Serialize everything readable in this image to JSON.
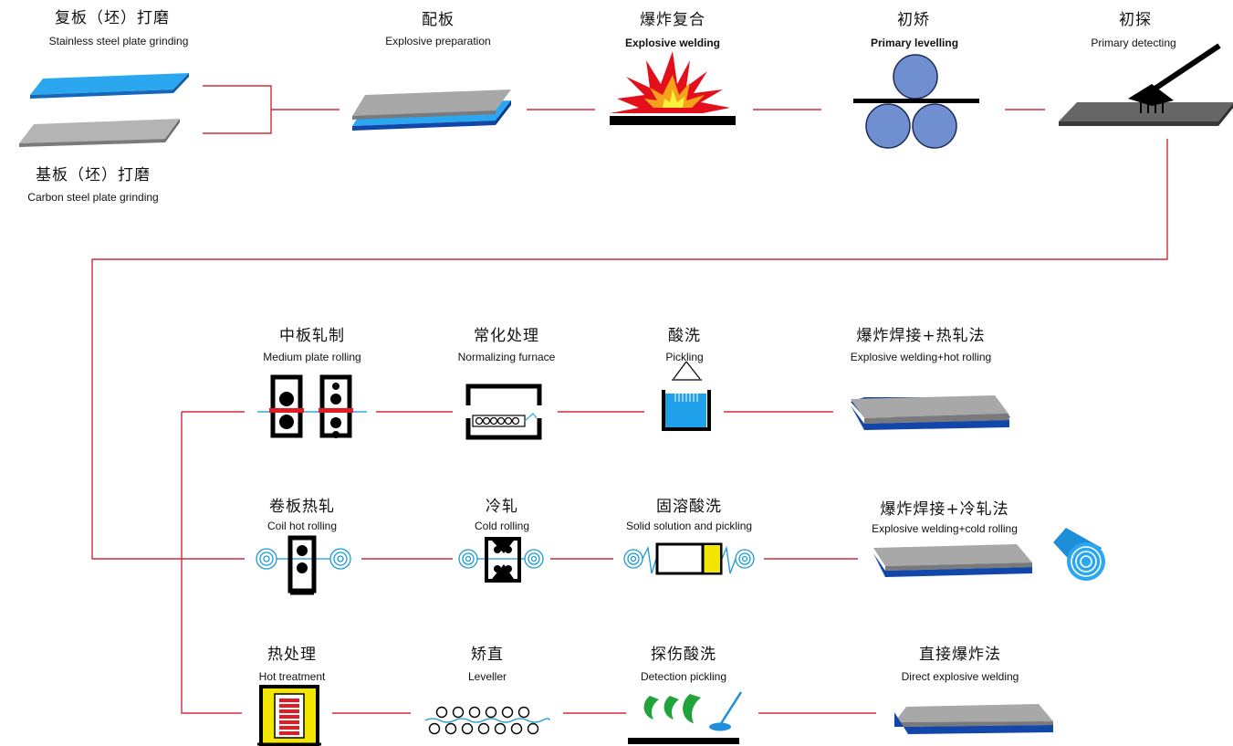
{
  "steps": {
    "stainless": {
      "zh": "复板（坯）打磨",
      "en": "Stainless steel plate grinding"
    },
    "carbon": {
      "zh": "基板（坯）打磨",
      "en": "Carbon steel plate grinding"
    },
    "prep": {
      "zh": "配板",
      "en": "Explosive preparation"
    },
    "weld": {
      "zh": "爆炸复合",
      "en": "Explosive welding"
    },
    "level": {
      "zh": "初矫",
      "en": "Primary levelling"
    },
    "detect": {
      "zh": "初探",
      "en": "Primary detecting"
    },
    "medium": {
      "zh": "中板轧制",
      "en": "Medium plate rolling"
    },
    "normalize": {
      "zh": "常化处理",
      "en": "Normalizing furnace"
    },
    "pickling": {
      "zh": "酸洗",
      "en": "Pickling"
    },
    "hotroll": {
      "zh": "爆炸焊接+热轧法",
      "en": "Explosive welding+hot rolling"
    },
    "coil": {
      "zh": "卷板热轧",
      "en": "Coil hot rolling"
    },
    "cold": {
      "zh": "冷轧",
      "en": "Cold rolling"
    },
    "solid": {
      "zh": "固溶酸洗",
      "en": "Solid solution and pickling"
    },
    "coldroll": {
      "zh": "爆炸焊接+冷轧法",
      "en": "Explosive welding+cold rolling"
    },
    "heat": {
      "zh": "热处理",
      "en": "Hot treatment"
    },
    "leveller": {
      "zh": "矫直",
      "en": "Leveller"
    },
    "detectpick": {
      "zh": "探伤酸洗",
      "en": "Detection pickling"
    },
    "direct": {
      "zh": "直接爆炸法",
      "en": "Direct explosive welding"
    }
  },
  "colors": {
    "line": "#d9283a",
    "steel_gray": "#a8a8a8",
    "blue": "#1a8fd8",
    "dark_blue": "#1246a8",
    "roller": "#6f8fd0",
    "yellow": "#f2e500",
    "green": "#1fa33a"
  }
}
